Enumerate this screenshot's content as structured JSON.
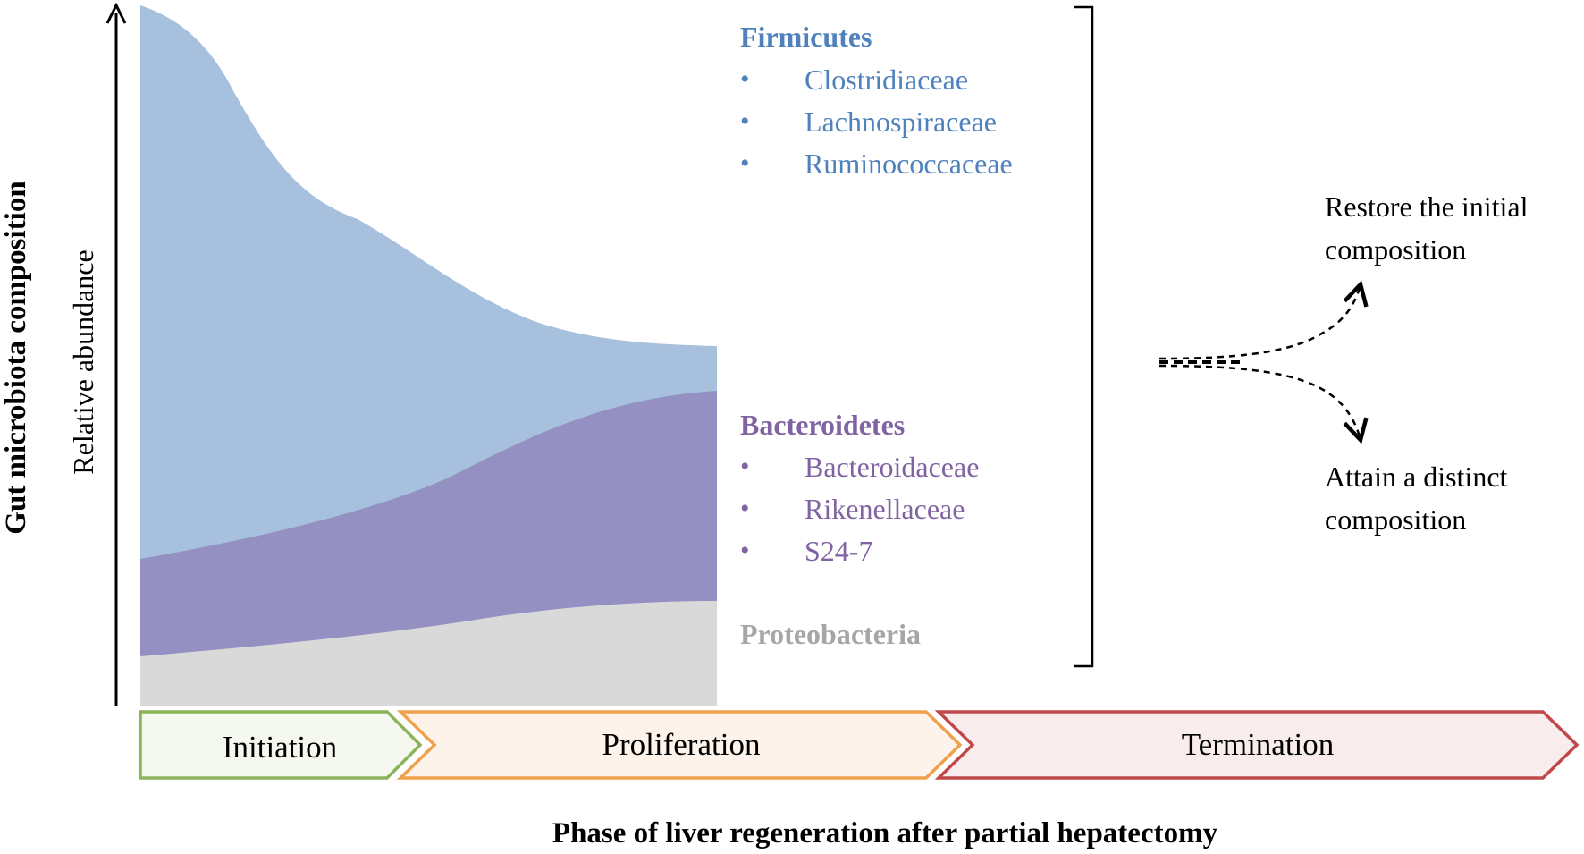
{
  "axis": {
    "outer_label": "Gut microbiota composition",
    "inner_label": "Relative abundance"
  },
  "x_axis_title": "Phase of liver regeneration after partial hepatectomy",
  "phases": [
    {
      "label": "Initiation",
      "color": "#8bb35a",
      "fill": "#f4f8ee"
    },
    {
      "label": "Proliferation",
      "color": "#f0a04b",
      "fill": "#fdf3ea"
    },
    {
      "label": "Termination",
      "color": "#c0484a",
      "fill": "#f8ecec"
    }
  ],
  "groups": {
    "firmicutes": {
      "name": "Firmicutes",
      "color": "#4f81bd",
      "area_color": "#a7c0de",
      "families": [
        "Clostridiaceae",
        "Lachnospiraceae",
        "Ruminococcaceae"
      ]
    },
    "bacteroidetes": {
      "name": "Bacteroidetes",
      "color": "#8064a2",
      "area_color": "#9491c2",
      "families": [
        "Bacteroidaceae",
        "Rikenellaceae",
        "S24-7"
      ]
    },
    "proteobacteria": {
      "name": "Proteobacteria",
      "color": "#a6a6a6",
      "area_color": "#d9d9d9"
    }
  },
  "bullet": "•",
  "outcomes": {
    "restore": [
      "Restore the initial",
      "composition"
    ],
    "distinct": [
      "Attain a distinct",
      "composition"
    ]
  }
}
